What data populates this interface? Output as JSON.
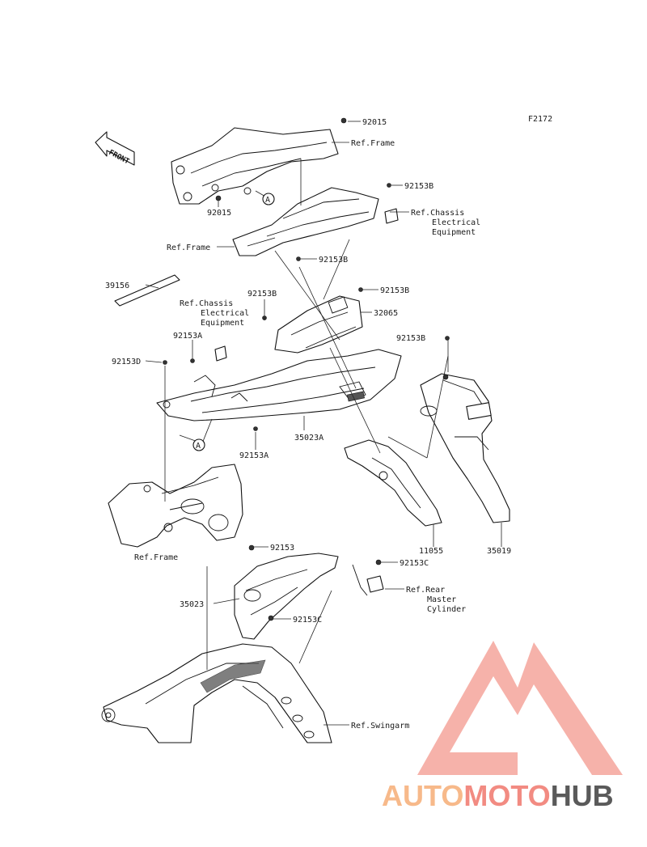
{
  "figure_code": "F2172",
  "front_arrow_text": "FRONT",
  "labels": {
    "p92015_top": "92015",
    "ref_frame_top": "Ref.Frame",
    "p92153B_top": "92153B",
    "ref_chassis_right_1": "Ref.Chassis",
    "ref_chassis_right_2": "Electrical",
    "ref_chassis_right_3": "Equipment",
    "p92015_left": "92015",
    "ref_frame_mid": "Ref.Frame",
    "p92153B_mid": "92153B",
    "p39156": "39156",
    "p92153B_left": "92153B",
    "p92153B_right": "92153B",
    "ref_chassis_left_1": "Ref.Chassis",
    "ref_chassis_left_2": "Electrical",
    "ref_chassis_left_3": "Equipment",
    "p32065": "32065",
    "p92153A_left": "92153A",
    "p92153B_far_right": "92153B",
    "p92153D": "92153D",
    "p35023A": "35023A",
    "p92153A_bottom": "92153A",
    "ref_frame_low": "Ref.Frame",
    "p11055": "11055",
    "p35019": "35019",
    "p92153": "92153",
    "p92153C_top": "92153C",
    "ref_rear_1": "Ref.Rear",
    "ref_rear_2": "Master",
    "ref_rear_3": "Cylinder",
    "p35023": "35023",
    "p92153C_low": "92153C",
    "ref_swingarm": "Ref.Swingarm",
    "callout_a": "A"
  },
  "watermark": {
    "auto": "AUTO",
    "moto": "MOTO",
    "hub": "HUB",
    "colors": {
      "auto": "#f7b98a",
      "moto": "#f28b82",
      "hub": "#5a5a5a",
      "logo": "#f4a49b"
    }
  }
}
